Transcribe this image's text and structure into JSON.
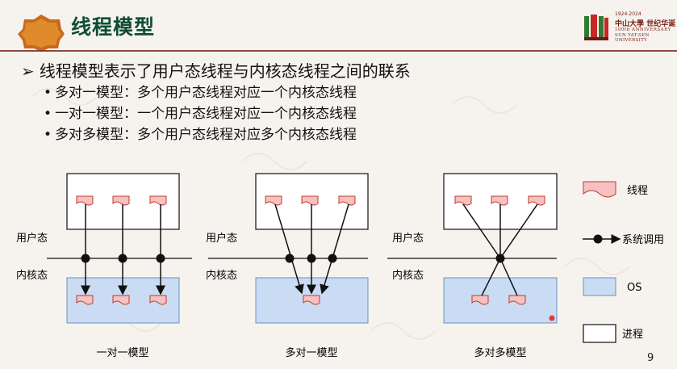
{
  "header": {
    "title": "线程模型",
    "logo_years": "1924-2024",
    "logo_name": "中山大學 世纪华诞",
    "logo_sub1": "100th ANNIVERSARY",
    "logo_sub2": "SUN YAT-SEN UNIVERSITY"
  },
  "content": {
    "main_point": "线程模型表示了用户态线程与内核态线程之间的联系",
    "bullets": [
      "多对一模型：多个用户态线程对应一个内核态线程",
      "一对一模型：一个用户态线程对应一个内核态线程",
      "多对多模型：多个用户态线程对应多个内核态线程"
    ]
  },
  "diagram": {
    "user_mode_label": "用户态",
    "kernel_mode_label": "内核态",
    "captions": [
      "一对一模型",
      "多对一模型",
      "多对多模型"
    ]
  },
  "legend": {
    "thread": "线程",
    "syscall": "系统调用",
    "os": "OS",
    "process": "进程"
  },
  "page_number": "9",
  "colors": {
    "title_green": "#0f4d35",
    "thread_fill": "#f6c1c1",
    "thread_stroke": "#c0392b",
    "os_fill": "#c9dcf3",
    "os_stroke": "#6b8fc2",
    "accent_red": "#7a2a1e"
  }
}
